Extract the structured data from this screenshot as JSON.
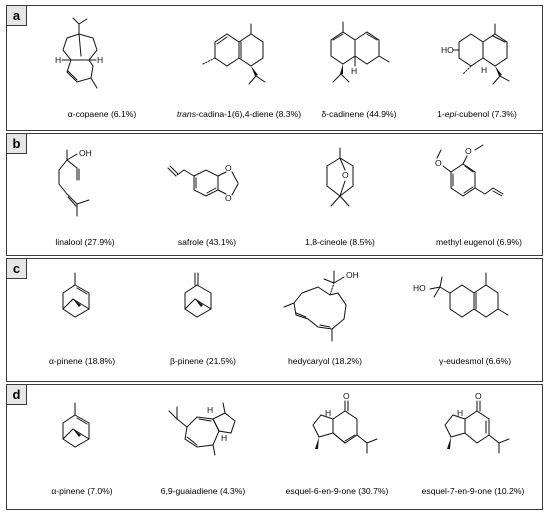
{
  "panels": [
    {
      "label": "a",
      "compounds": [
        {
          "pre": "α-copaene",
          "italic": "",
          "post": " (6.1%)",
          "atoms": [
            "H",
            "H"
          ]
        },
        {
          "pre": "",
          "italic": "trans",
          "post": "-cadina-1(6),4-diene (8.3%)",
          "atoms": []
        },
        {
          "pre": "δ-cadinene",
          "italic": "",
          "post": " (44.9%)",
          "atoms": [
            "H"
          ]
        },
        {
          "pre": "1-",
          "italic": "epi",
          "post": "-cubenol (7.3%)",
          "atoms": [
            "HO",
            "H"
          ]
        }
      ]
    },
    {
      "label": "b",
      "compounds": [
        {
          "pre": "linalool (27.9%)",
          "italic": "",
          "post": "",
          "atoms": [
            "OH"
          ]
        },
        {
          "pre": "safrole (43.1%)",
          "italic": "",
          "post": "",
          "atoms": [
            "O",
            "O"
          ]
        },
        {
          "pre": "1,8-cineole (8.5%)",
          "italic": "",
          "post": "",
          "atoms": [
            "O"
          ]
        },
        {
          "pre": "methyl eugenol (6.9%)",
          "italic": "",
          "post": "",
          "atoms": [
            "O",
            "O"
          ]
        }
      ]
    },
    {
      "label": "c",
      "compounds": [
        {
          "pre": "α-pinene (18.8%)",
          "italic": "",
          "post": "",
          "atoms": []
        },
        {
          "pre": "β-pinene (21.5%)",
          "italic": "",
          "post": "",
          "atoms": []
        },
        {
          "pre": "hedycaryol (18.2%)",
          "italic": "",
          "post": "",
          "atoms": [
            "OH"
          ]
        },
        {
          "pre": "γ-eudesmol (6.6%)",
          "italic": "",
          "post": "",
          "atoms": [
            "HO"
          ]
        }
      ]
    },
    {
      "label": "d",
      "compounds": [
        {
          "pre": "α-pinene (7.0%)",
          "italic": "",
          "post": "",
          "atoms": []
        },
        {
          "pre": "6,9-guaiadiene (4.3%)",
          "italic": "",
          "post": "",
          "atoms": [
            "H",
            "H"
          ]
        },
        {
          "pre": "esquel-6-en-9-one (30.7%)",
          "italic": "",
          "post": "",
          "atoms": [
            "H",
            "O"
          ]
        },
        {
          "pre": "esquel-7-en-9-one (10.2%)",
          "italic": "",
          "post": "",
          "atoms": [
            "H",
            "O"
          ]
        }
      ]
    }
  ]
}
